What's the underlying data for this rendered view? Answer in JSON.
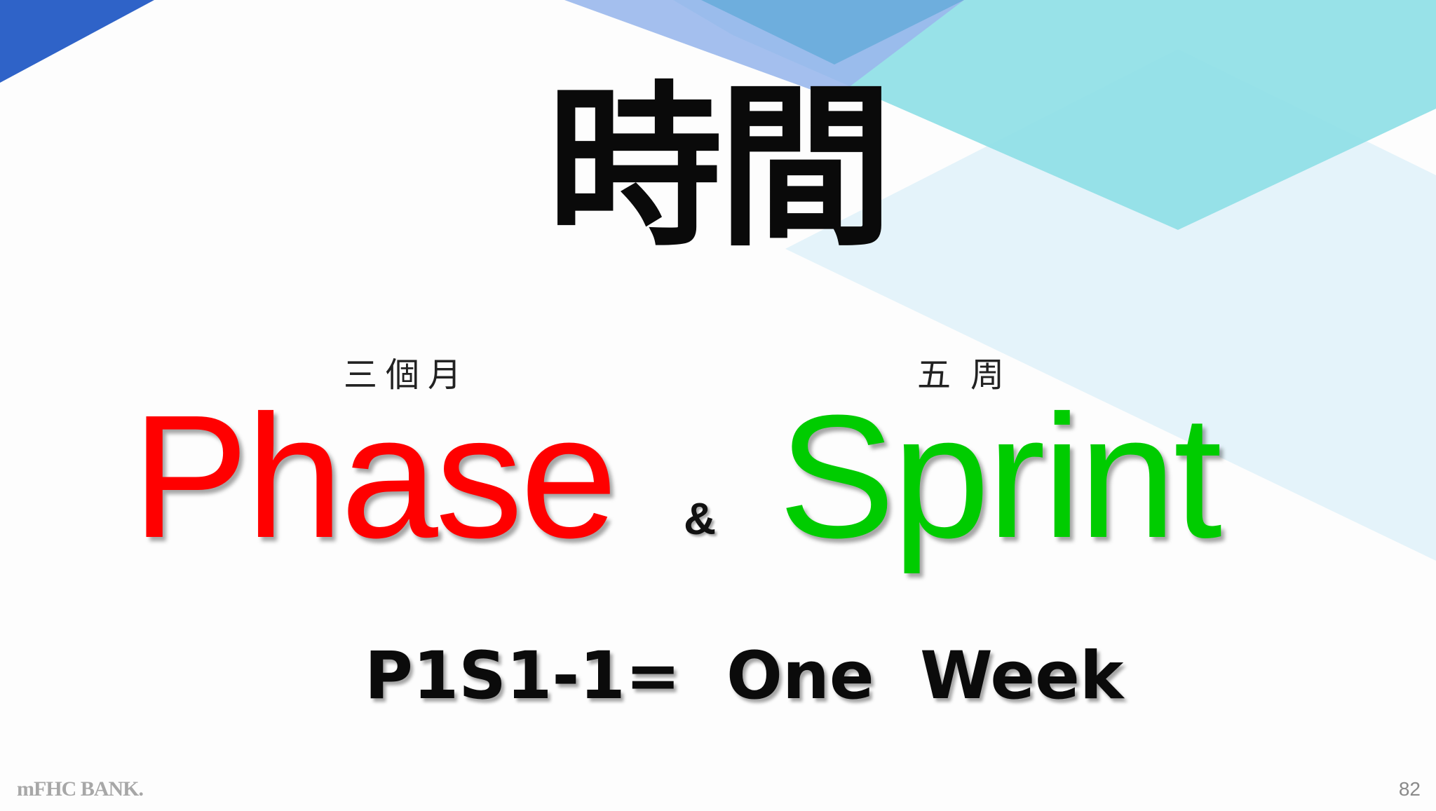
{
  "slide": {
    "title": "時間",
    "phase_annotation": "三個月",
    "sprint_annotation": "五周",
    "phase_word": "Phase",
    "ampersand": "&",
    "sprint_word": "Sprint",
    "subtitle": "P1S1-1=  One  Week",
    "logo": "mFHC BANK.",
    "page_number": "82"
  },
  "colors": {
    "phase": "#ff0000",
    "sprint": "#00cc00",
    "accent_dark_blue": "#2f63c8",
    "accent_light_blue": "#9ab8ec",
    "accent_cyan": "#8fdfe6",
    "accent_pale_blue": "#e4f3fa"
  }
}
